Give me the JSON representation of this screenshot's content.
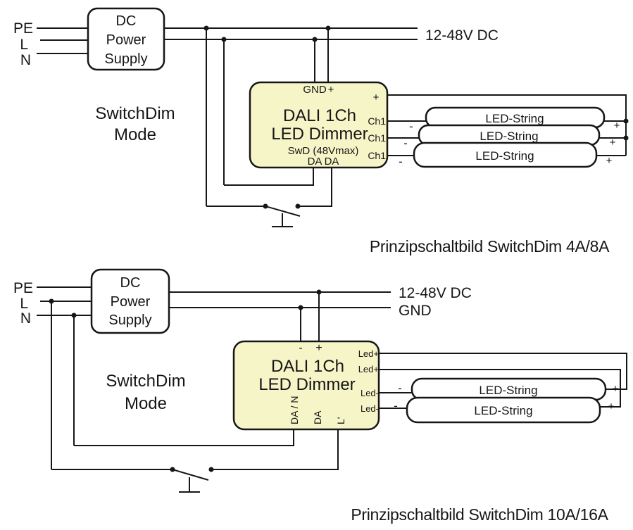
{
  "colors": {
    "background": "#ffffff",
    "line": "#161616",
    "dimmer_fill": "#f6f5c8",
    "box_fill": "#ffffff"
  },
  "diagram_top": {
    "mode_label": [
      "SwitchDim",
      "Mode"
    ],
    "input_terminals": [
      "PE",
      "L",
      "N"
    ],
    "power_supply": [
      "DC",
      "Power",
      "Supply"
    ],
    "dc_output_label": "12-48V DC",
    "dimmer": {
      "name": [
        "DALI 1Ch",
        "LED Dimmer"
      ],
      "top_terminals": [
        "GND",
        "+"
      ],
      "led_output_plus": "+",
      "channel_terminals": [
        "Ch1",
        "Ch1",
        "Ch1"
      ],
      "switchdim_input": "SwD (48Vmax)",
      "dali_terminals": [
        "DA",
        "DA"
      ]
    },
    "led_strings": [
      "LED-String",
      "LED-String",
      "LED-String"
    ],
    "polarity": {
      "plus": "+",
      "minus": "-"
    },
    "caption": "Prinzipschaltbild SwitchDim 4A/8A"
  },
  "diagram_bottom": {
    "mode_label": [
      "SwitchDim",
      "Mode"
    ],
    "input_terminals": [
      "PE",
      "L",
      "N"
    ],
    "power_supply": [
      "DC",
      "Power",
      "Supply"
    ],
    "dc_output_labels": [
      "12-48V DC",
      "GND"
    ],
    "dimmer": {
      "name": [
        "DALI 1Ch",
        "LED Dimmer"
      ],
      "top_terminals": [
        "-",
        "+"
      ],
      "output_terminals": [
        "Led+",
        "Led+",
        "Led-",
        "Led-"
      ],
      "bottom_terminals": [
        "DA / N",
        "DA",
        "L'"
      ]
    },
    "led_strings": [
      "LED-String",
      "LED-String"
    ],
    "polarity": {
      "plus": "+",
      "minus": "-"
    },
    "caption": "Prinzipschaltbild SwitchDim 10A/16A"
  }
}
